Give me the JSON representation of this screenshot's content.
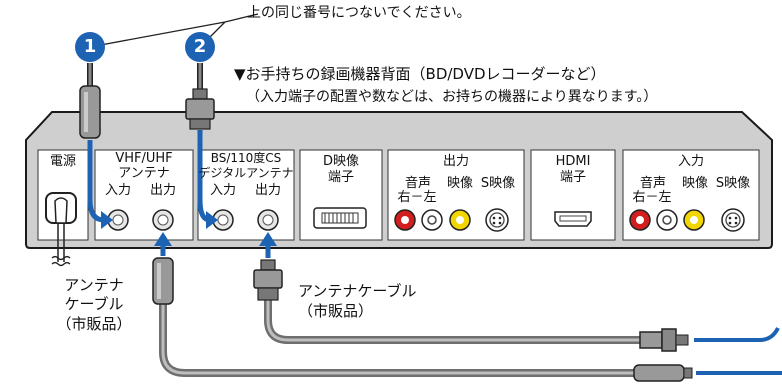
{
  "instruction": "上の同じ番号につないでください。",
  "markers": [
    "1",
    "2"
  ],
  "recorder": {
    "title": "▼お手持ちの録画機器背面（BD/DVDレコーダーなど）",
    "subtitle": "（入力端子の配置や数などは、お持ちの機器により異なります。）"
  },
  "panels": {
    "power": "電源",
    "vhf_title_1": "VHF/UHF",
    "vhf_title_2": "アンテナ",
    "bs_title_1": "BS/110度CS",
    "bs_title_2": "デジタルアンテナ",
    "port_in": "入力",
    "port_out": "出力",
    "d_video_1": "D映像",
    "d_video_2": "端子",
    "output": "出力",
    "audio": "音声",
    "right_left": "右－左",
    "video": "映像",
    "s_video": "S映像",
    "hdmi_1": "HDMI",
    "hdmi_2": "端子",
    "input": "入力"
  },
  "cables": {
    "left_1": "アンテナ",
    "left_2": "ケーブル",
    "left_3": "（市販品）",
    "right_1": "アンテナケーブル",
    "right_2": "（市販品）"
  },
  "colors": {
    "accent_blue": "#1e62b4",
    "panel_fill": "#ffffff",
    "body_fill": "#cfcfcf",
    "audio_red": "#d21e1e",
    "video_yellow": "#f2d600"
  }
}
